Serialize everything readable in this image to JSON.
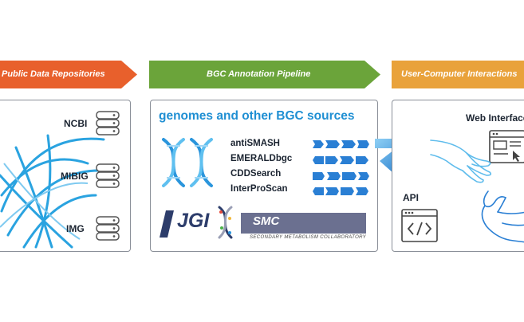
{
  "stages": [
    {
      "label": "Public Data Repositories",
      "color": "#e8602c"
    },
    {
      "label": "BGC Annotation Pipeline",
      "color": "#6ba43a"
    },
    {
      "label": "User-Computer Interactions",
      "color": "#e9a23b"
    }
  ],
  "repositories": [
    "NCBI",
    "MIBIG",
    "IMG"
  ],
  "pipeline": {
    "headline": "genomes and other BGC sources",
    "tools": [
      "antiSMASH",
      "EMERALDbgc",
      "CDDSearch",
      "InterProScan"
    ],
    "logo_jgi": "JGI",
    "logo_smc": "SMC",
    "logo_smc_subtitle": "SECONDARY METABOLISM COLLABORATORY"
  },
  "interactions": {
    "web_interface": "Web Interface",
    "api": "API"
  },
  "icons": [
    "database-icon",
    "globe-network-icon",
    "dna-helix-icon",
    "gene-cluster-icon",
    "return-arrow-icon",
    "browser-window-icon",
    "code-window-icon",
    "hand-icon"
  ],
  "colors": {
    "accent_blue": "#1f8fd3",
    "border_gray": "#8a8f98",
    "text_dark": "#1b2431"
  }
}
